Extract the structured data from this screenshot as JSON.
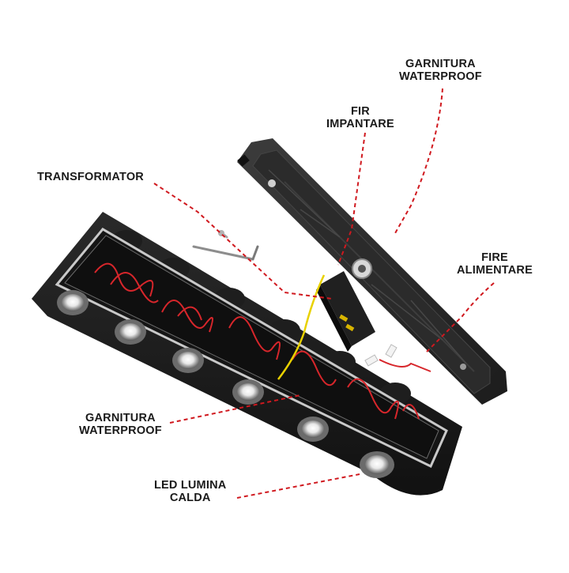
{
  "colors": {
    "background": "#ffffff",
    "callout_line": "#d0191f",
    "housing": "#1b1b1b",
    "housing_edge": "#3a3a3a",
    "gasket": "#c9c9c9",
    "wire_red": "#d7262b",
    "wire_yellow": "#e8d100",
    "led_ring": "#b9b9b9"
  },
  "callouts": {
    "garnitura_top": {
      "line1": "GARNITURA",
      "line2": "WATERPROOF"
    },
    "fir_impantare": {
      "line1": "FIR",
      "line2": "IMPANTARE"
    },
    "transformator": {
      "line1": "TRANSFORMATOR"
    },
    "fire_alimentare": {
      "line1": "FIRE",
      "line2": "ALIMENTARE"
    },
    "garnitura_bottom": {
      "line1": "GARNITURA",
      "line2": "WATERPROOF"
    },
    "led_lumina_calda": {
      "line1": "LED LUMINA",
      "line2": "CALDA"
    }
  }
}
